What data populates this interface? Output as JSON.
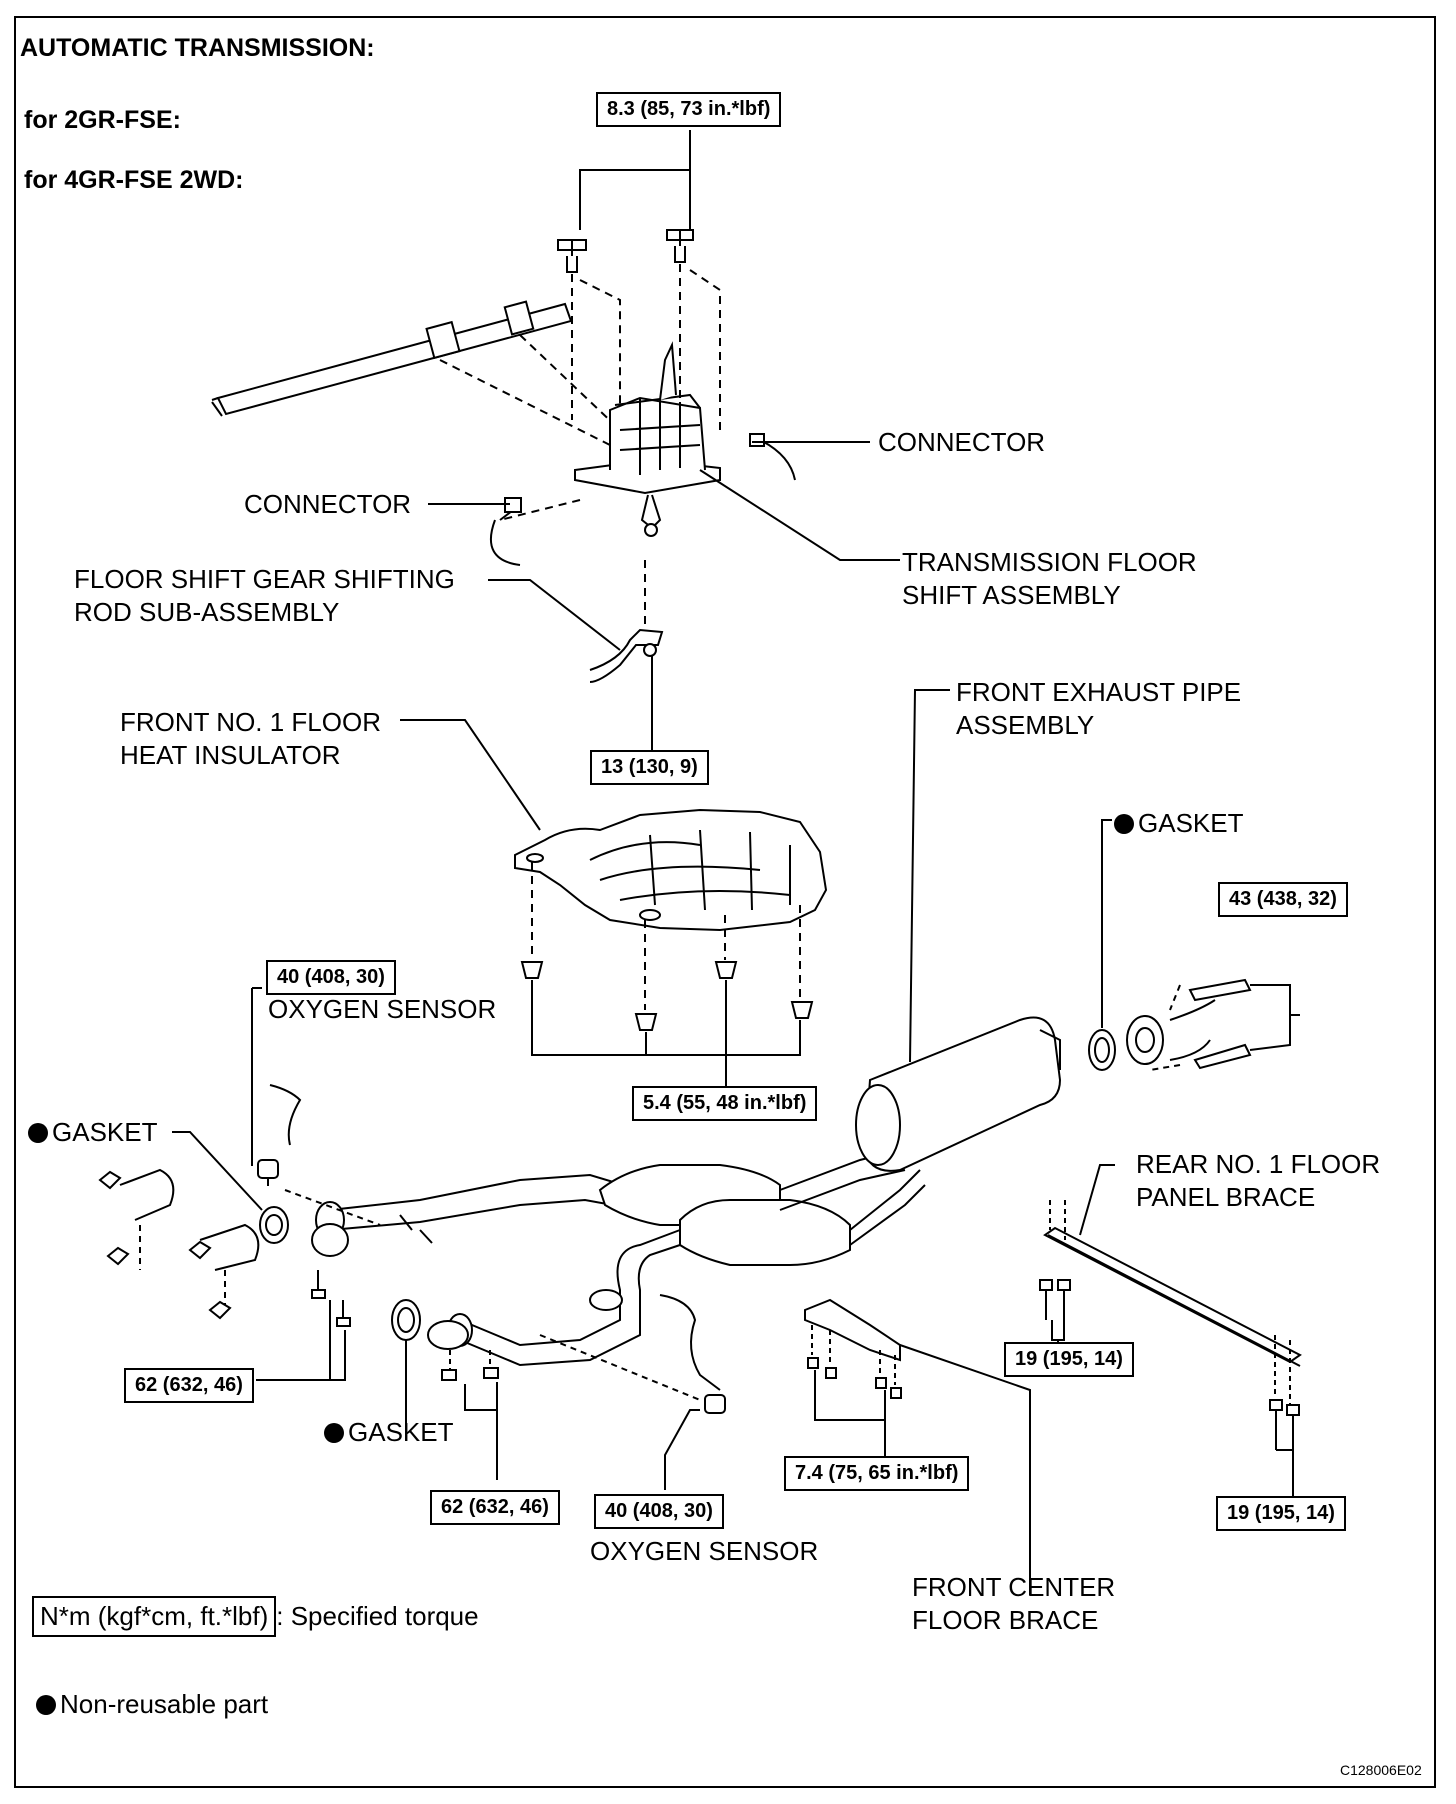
{
  "headers": {
    "title": "AUTOMATIC TRANSMISSION:",
    "sub1": "for 2GR-FSE:",
    "sub2": "for 4GR-FSE 2WD:"
  },
  "labels": {
    "connector_right": "CONNECTOR",
    "connector_left": "CONNECTOR",
    "floor_shift_rod_1": "FLOOR SHIFT GEAR SHIFTING",
    "floor_shift_rod_2": "ROD SUB-ASSEMBLY",
    "trans_floor_shift_1": "TRANSMISSION FLOOR",
    "trans_floor_shift_2": "SHIFT ASSEMBLY",
    "front_exhaust_1": "FRONT EXHAUST PIPE",
    "front_exhaust_2": "ASSEMBLY",
    "heat_insulator_1": "FRONT NO. 1 FLOOR",
    "heat_insulator_2": "HEAT INSULATOR",
    "gasket_top_right": "GASKET",
    "oxygen_sensor_upper": "OXYGEN SENSOR",
    "gasket_left": "GASKET",
    "rear_brace_1": "REAR NO. 1 FLOOR",
    "rear_brace_2": "PANEL BRACE",
    "gasket_lower": "GASKET",
    "oxygen_sensor_lower": "OXYGEN SENSOR",
    "front_center_brace_1": "FRONT CENTER",
    "front_center_brace_2": "FLOOR BRACE"
  },
  "torques": {
    "shift_bolts": "8.3 (85, 73 in.*lbf)",
    "shift_rod_nut": "13 (130, 9)",
    "exhaust_flange_rear": "43 (438, 32)",
    "oxygen_sensor_upper": "40 (408, 30)",
    "insulator_nuts": "5.4 (55, 48 in.*lbf)",
    "front_flange_left": "62 (632, 46)",
    "rear_brace_left": "19 (195, 14)",
    "front_flange_lower": "62 (632, 46)",
    "oxygen_sensor_lower": "40 (408, 30)",
    "center_brace_bolts": "7.4 (75, 65 in.*lbf)",
    "rear_brace_right": "19 (195, 14)"
  },
  "legend": {
    "torque_units": "N*m (kgf*cm, ft.*lbf)",
    "torque_text": ": Specified torque",
    "nonreusable_text": "Non-reusable part"
  },
  "figure_code": "C128006E02"
}
